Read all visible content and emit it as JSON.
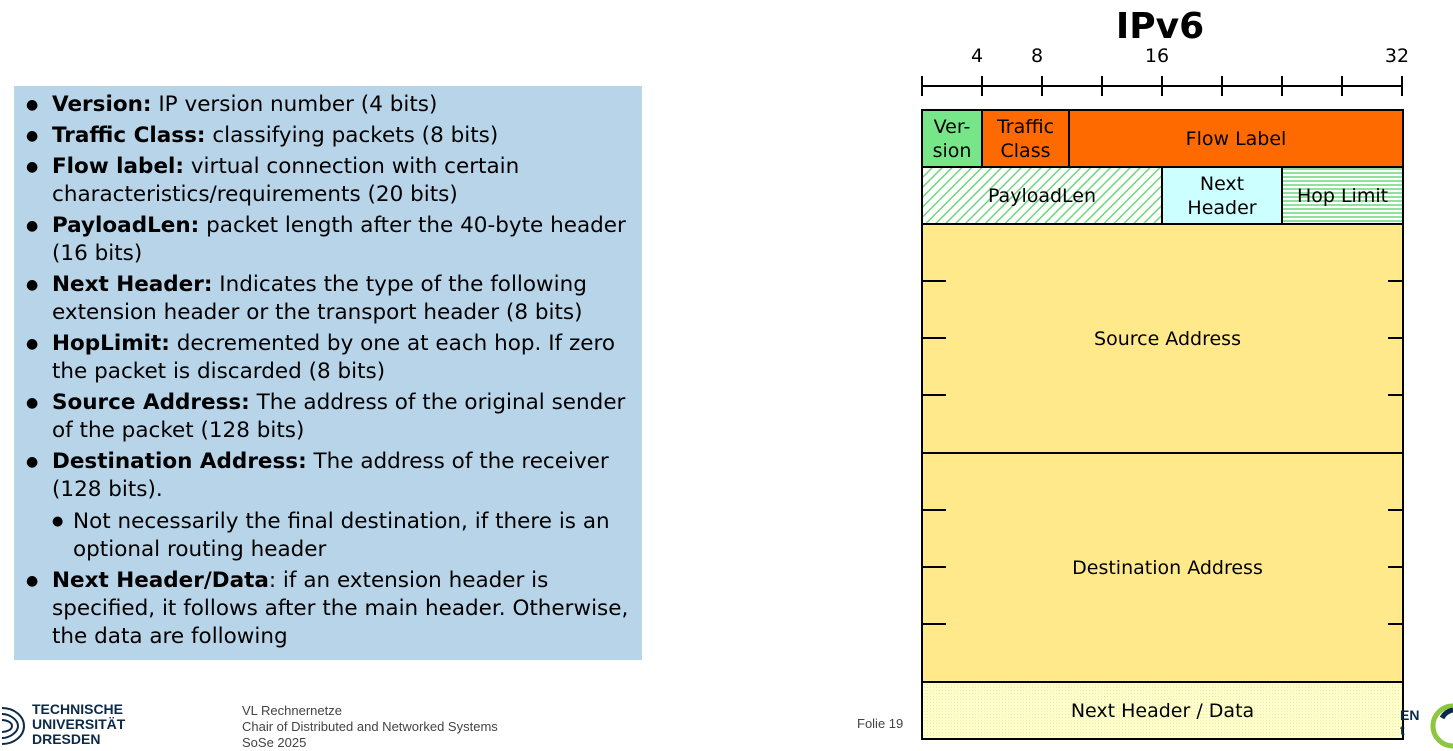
{
  "title": "IPv6",
  "bit_ticks": [
    "4",
    "8",
    "16",
    "32"
  ],
  "bullets": [
    {
      "term": "Version:",
      "text": " IP version number (4 bits)"
    },
    {
      "term": "Traffic Class:",
      "text": " classifying packets (8 bits)"
    },
    {
      "term": "Flow label:",
      "text": " virtual connection with certain characteristics/requirements (20 bits)"
    },
    {
      "term": "PayloadLen:",
      "text": " packet length after the 40-byte header (16 bits)"
    },
    {
      "term": "Next Header:",
      "text": " Indicates the type of the following extension header or the transport header (8 bits)"
    },
    {
      "term": "HopLimit:",
      "text": " decremented by one at each hop. If zero the packet is discarded (8 bits)"
    },
    {
      "term": "Source Address:",
      "text": " The address of the original sender of the packet (128 bits)"
    },
    {
      "term": "Destination Address:",
      "text": " The address of the receiver (128 bits).",
      "sub": "Not necessarily the final destination, if there is an optional routing header"
    },
    {
      "term": "Next Header/Data",
      "text": ": if an extension header is specified, it follows after the main header. Otherwise, the data are following"
    }
  ],
  "fields": {
    "version_1": "Ver-",
    "version_2": "sion",
    "traffic_1": "Traffic",
    "traffic_2": "Class",
    "flow": "Flow Label",
    "payload": "PayloadLen",
    "next_1": "Next",
    "next_2": "Header",
    "hop": "Hop Limit",
    "source": "Source Address",
    "dest": "Destination Address",
    "data": "Next Header / Data"
  },
  "colors": {
    "version": "#77e688",
    "orange": "#ff6a00",
    "cyan": "#ccffff",
    "address": "#ffe98a",
    "data": "#ffffcc",
    "box": "#b8d4e8"
  },
  "footer": {
    "logo_line1": "TECHNISCHE",
    "logo_line2": "UNIVERSITÄT",
    "logo_line3": "DRESDEN",
    "course": "VL Rechnernetze",
    "chair": "Chair of Distributed and Networked Systems",
    "term": "SoSe 2025",
    "slide": "Folie 19",
    "right_logo_1": "EN",
    "right_logo_2": "t"
  }
}
